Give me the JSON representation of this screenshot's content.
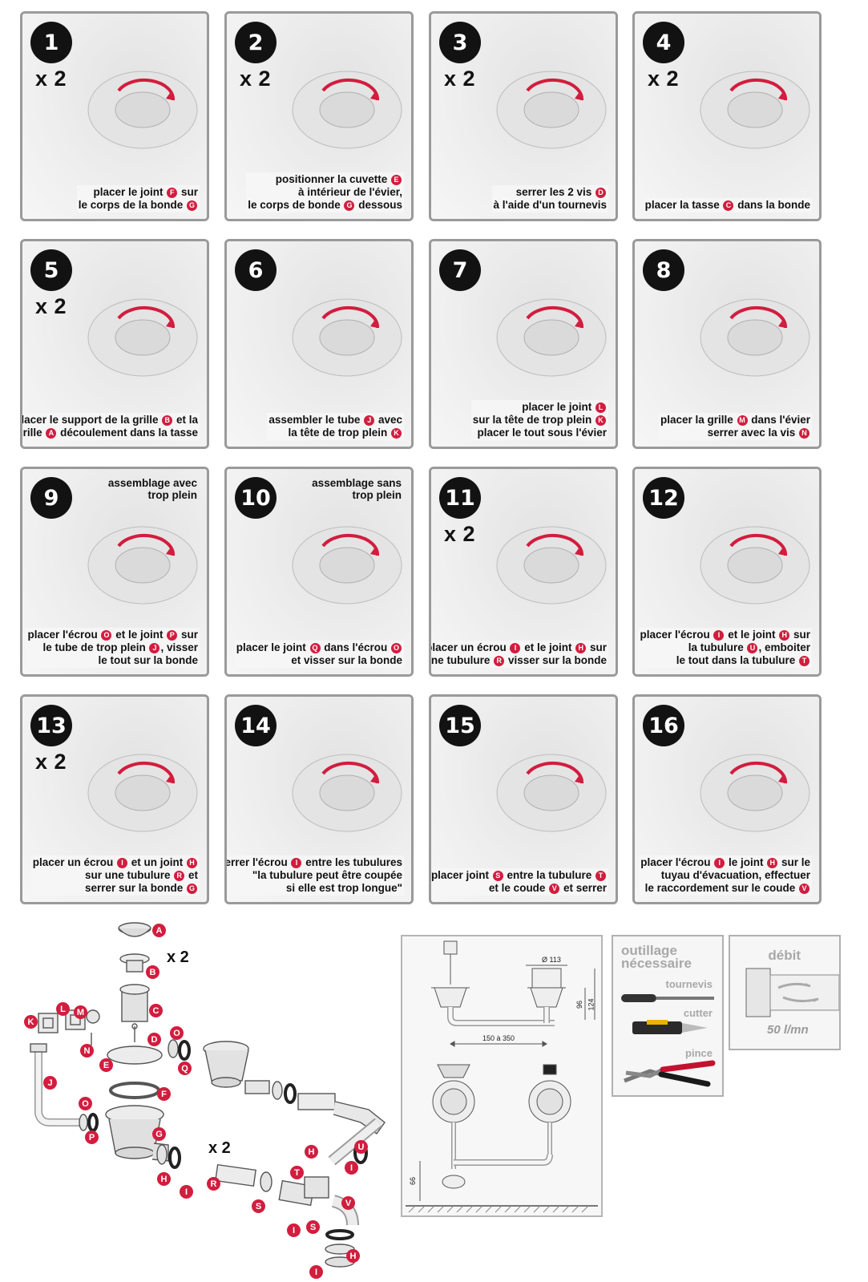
{
  "steps": [
    {
      "num": "1",
      "mult": "x 2",
      "header": [],
      "caption": [
        [
          "placer le joint ",
          {
            "b": "F"
          },
          " sur"
        ],
        [
          "le corps de la bonde ",
          {
            "b": "G"
          }
        ]
      ]
    },
    {
      "num": "2",
      "mult": "x 2",
      "header": [],
      "caption": [
        [
          "positionner la cuvette ",
          {
            "b": "E"
          }
        ],
        [
          "à intérieur de l'évier,"
        ],
        [
          "le corps de bonde ",
          {
            "b": "G"
          },
          " dessous"
        ]
      ]
    },
    {
      "num": "3",
      "mult": "x 2",
      "header": [],
      "caption": [
        [
          "serrer les 2 vis ",
          {
            "b": "D"
          }
        ],
        [
          "à l'aide d'un tournevis"
        ]
      ]
    },
    {
      "num": "4",
      "mult": "x 2",
      "header": [],
      "caption": [
        [
          "placer la tasse ",
          {
            "b": "C"
          },
          " dans la bonde"
        ]
      ]
    },
    {
      "num": "5",
      "mult": "x 2",
      "header": [],
      "caption": [
        [
          "placer le support de la grille ",
          {
            "b": "B"
          },
          " et la"
        ],
        [
          "grille ",
          {
            "b": "A"
          },
          " découlement dans la tasse"
        ]
      ]
    },
    {
      "num": "6",
      "mult": "",
      "header": [],
      "caption": [
        [
          "assembler le tube ",
          {
            "b": "J"
          },
          " avec"
        ],
        [
          "la tête de trop plein ",
          {
            "b": "K"
          }
        ]
      ]
    },
    {
      "num": "7",
      "mult": "",
      "header": [],
      "caption": [
        [
          "placer le joint ",
          {
            "b": "L"
          }
        ],
        [
          "sur la tête de trop plein ",
          {
            "b": "K"
          }
        ],
        [
          "placer le tout sous l'évier"
        ]
      ]
    },
    {
      "num": "8",
      "mult": "",
      "header": [],
      "caption": [
        [
          "placer la grille ",
          {
            "b": "M"
          },
          " dans l'évier"
        ],
        [
          "serrer avec la vis ",
          {
            "b": "N"
          }
        ]
      ]
    },
    {
      "num": "9",
      "mult": "",
      "header": [
        "assemblage avec",
        "trop plein"
      ],
      "caption": [
        [
          "placer l'écrou ",
          {
            "b": "O"
          },
          " et le joint ",
          {
            "b": "P"
          },
          " sur"
        ],
        [
          "le tube de trop plein ",
          {
            "b": "J"
          },
          ", visser"
        ],
        [
          "le tout sur la bonde"
        ]
      ]
    },
    {
      "num": "10",
      "mult": "",
      "header": [
        "assemblage sans",
        "trop plein"
      ],
      "caption": [
        [
          "placer le joint ",
          {
            "b": "Q"
          },
          " dans l'écrou ",
          {
            "b": "O"
          }
        ],
        [
          "et visser sur la bonde"
        ]
      ]
    },
    {
      "num": "11",
      "mult": "x 2",
      "header": [],
      "caption": [
        [
          "placer un écrou ",
          {
            "b": "I"
          },
          " et le joint ",
          {
            "b": "H"
          },
          " sur"
        ],
        [
          "une tubulure ",
          {
            "b": "R"
          },
          " visser sur la bonde"
        ]
      ]
    },
    {
      "num": "12",
      "mult": "",
      "header": [],
      "caption": [
        [
          "placer l'écrou ",
          {
            "b": "I"
          },
          " et le joint ",
          {
            "b": "H"
          },
          " sur"
        ],
        [
          "la tubulure ",
          {
            "b": "U"
          },
          ", emboiter"
        ],
        [
          "le tout dans la tubulure ",
          {
            "b": "T"
          }
        ]
      ]
    },
    {
      "num": "13",
      "mult": "x 2",
      "header": [],
      "caption": [
        [
          "placer un écrou ",
          {
            "b": "I"
          },
          " et un joint ",
          {
            "b": "H"
          }
        ],
        [
          "sur une tubulure ",
          {
            "b": "R"
          },
          " et"
        ],
        [
          "serrer sur la bonde ",
          {
            "b": "G"
          }
        ]
      ]
    },
    {
      "num": "14",
      "mult": "",
      "header": [],
      "caption": [
        [
          "serrer l'écrou ",
          {
            "b": "I"
          },
          " entre les tubulures"
        ],
        [
          "\"la tubulure peut être coupée"
        ],
        [
          "si elle est trop longue\""
        ]
      ]
    },
    {
      "num": "15",
      "mult": "",
      "header": [],
      "caption": [
        [
          "placer joint ",
          {
            "b": "S"
          },
          " entre la tubulure ",
          {
            "b": "T"
          }
        ],
        [
          "et le coude ",
          {
            "b": "V"
          },
          " et serrer"
        ]
      ]
    },
    {
      "num": "16",
      "mult": "",
      "header": [],
      "caption": [
        [
          "placer l'écrou ",
          {
            "b": "I"
          },
          " le joint ",
          {
            "b": "H"
          },
          " sur le"
        ],
        [
          "tuyau d'évacuation, effectuer"
        ],
        [
          "le raccordement sur le coude ",
          {
            "b": "V"
          }
        ]
      ]
    }
  ],
  "parts": {
    "qty_top": "x 2",
    "qty_mid": "x 2",
    "labels": [
      "A",
      "B",
      "C",
      "D",
      "O",
      "E",
      "F",
      "G",
      "K",
      "L",
      "M",
      "N",
      "J",
      "O",
      "P",
      "Q",
      "H",
      "I",
      "R",
      "S",
      "T",
      "I",
      "H",
      "U",
      "I",
      "S",
      "V",
      "H",
      "I"
    ]
  },
  "dimensions": {
    "diameter": "Ø 113",
    "h1": "96",
    "h2": "124",
    "spacing": "150 à 350",
    "bottom": "66"
  },
  "tools": {
    "title_line1": "outillage",
    "title_line2": "nécessaire",
    "items": [
      "tournevis",
      "cutter",
      "pince"
    ]
  },
  "flow": {
    "title": "débit",
    "value": "50 l/mn"
  },
  "colors": {
    "accent": "#d21d3e",
    "frame": "#9a9a9a"
  }
}
